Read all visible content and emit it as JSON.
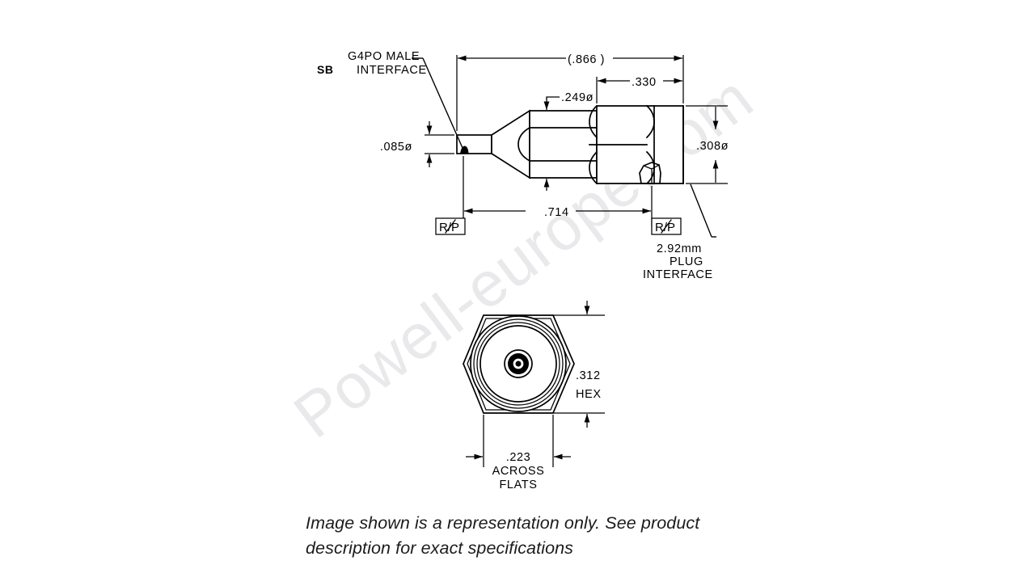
{
  "drawing": {
    "part_code": "SB",
    "watermark": "Powell-europe.com",
    "labels": {
      "g4po_line1": "G4PO MALE",
      "g4po_line2": "INTERFACE",
      "plug_line1": "2.92mm",
      "plug_line2": "PLUG",
      "plug_line3": "INTERFACE",
      "datum_left": "R/P",
      "datum_right": "R/P",
      "across_flats_line1": "ACROSS",
      "across_flats_line2": "FLATS",
      "hex_label": "HEX"
    },
    "dimensions": {
      "overall_length": "(.866 )",
      "hex_length": ".330",
      "body_diameter": ".249ø",
      "tip_diameter": ".085ø",
      "outer_diameter": ".308ø",
      "datum_length": ".714",
      "hex_across_corners": ".312",
      "hex_across_flats": ".223"
    }
  },
  "caption": {
    "line1": "Image shown is a representation only. See product",
    "line2": "description for exact specifications"
  },
  "colors": {
    "line": "#000000",
    "background": "#ffffff",
    "watermark": "#e9e9ec",
    "caption_text": "#1c1c1c"
  }
}
